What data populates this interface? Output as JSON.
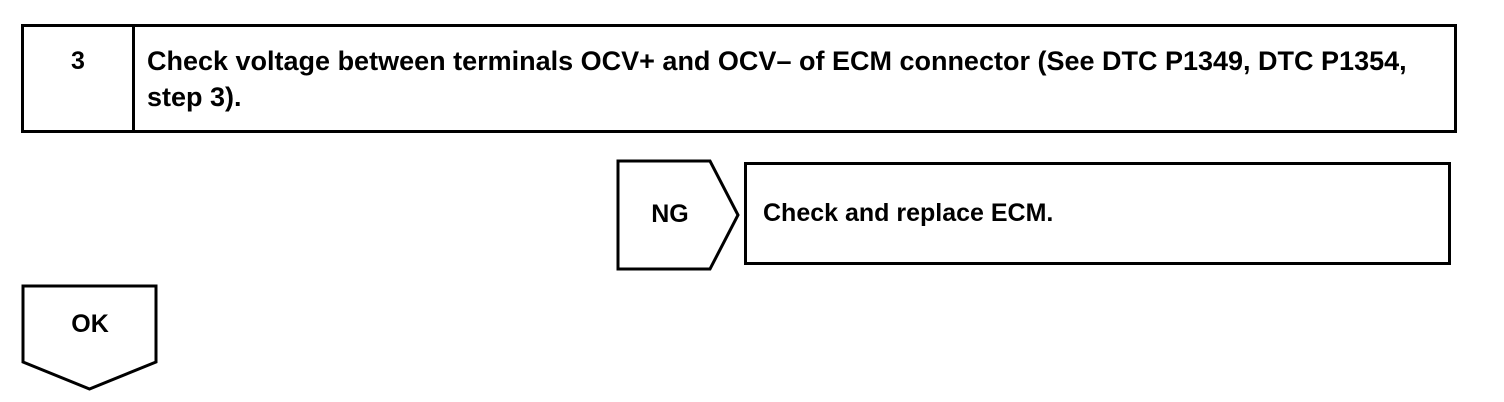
{
  "step": {
    "number": "3",
    "instruction": "Check voltage between terminals OCV+ and OCV– of ECM connector (See DTC P1349, DTC P1354, step 3)."
  },
  "ng_branch": {
    "label": "NG",
    "action": "Check and replace ECM."
  },
  "ok_branch": {
    "label": "OK"
  }
}
